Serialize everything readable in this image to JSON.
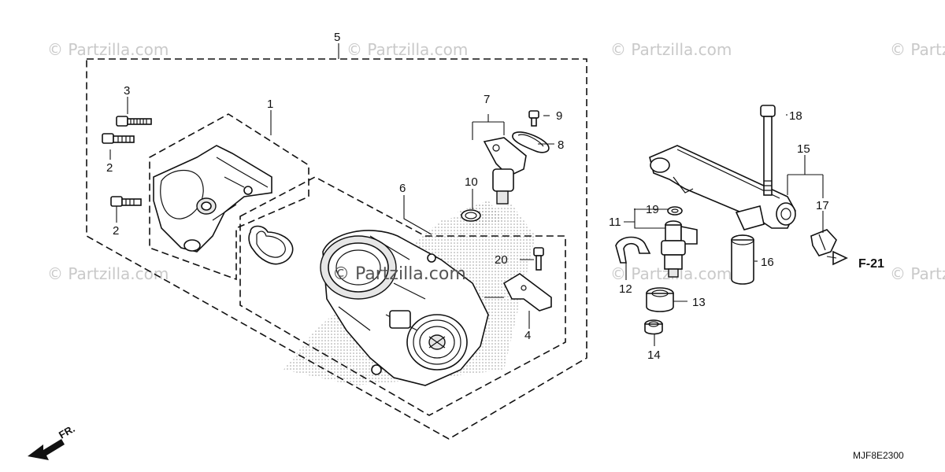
{
  "diagram": {
    "callouts": {
      "c1": "1",
      "c2a": "2",
      "c2b": "2",
      "c3": "3",
      "c4": "4",
      "c5": "5",
      "c6": "6",
      "c7": "7",
      "c8": "8",
      "c9": "9",
      "c10": "10",
      "c11": "11",
      "c12": "12",
      "c13": "13",
      "c14": "14",
      "c15": "15",
      "c16": "16",
      "c17": "17",
      "c18": "18",
      "c19": "19",
      "c20": "20"
    },
    "watermark": "© Partzilla.com",
    "center_watermark": "© Partzilla.com",
    "reference": "F-21",
    "front_label": "FR.",
    "diagram_code": "MJF8E2300",
    "colors": {
      "line": "#111111",
      "watermark": "#c9c9c9",
      "shade": "#9a9a9a"
    }
  }
}
